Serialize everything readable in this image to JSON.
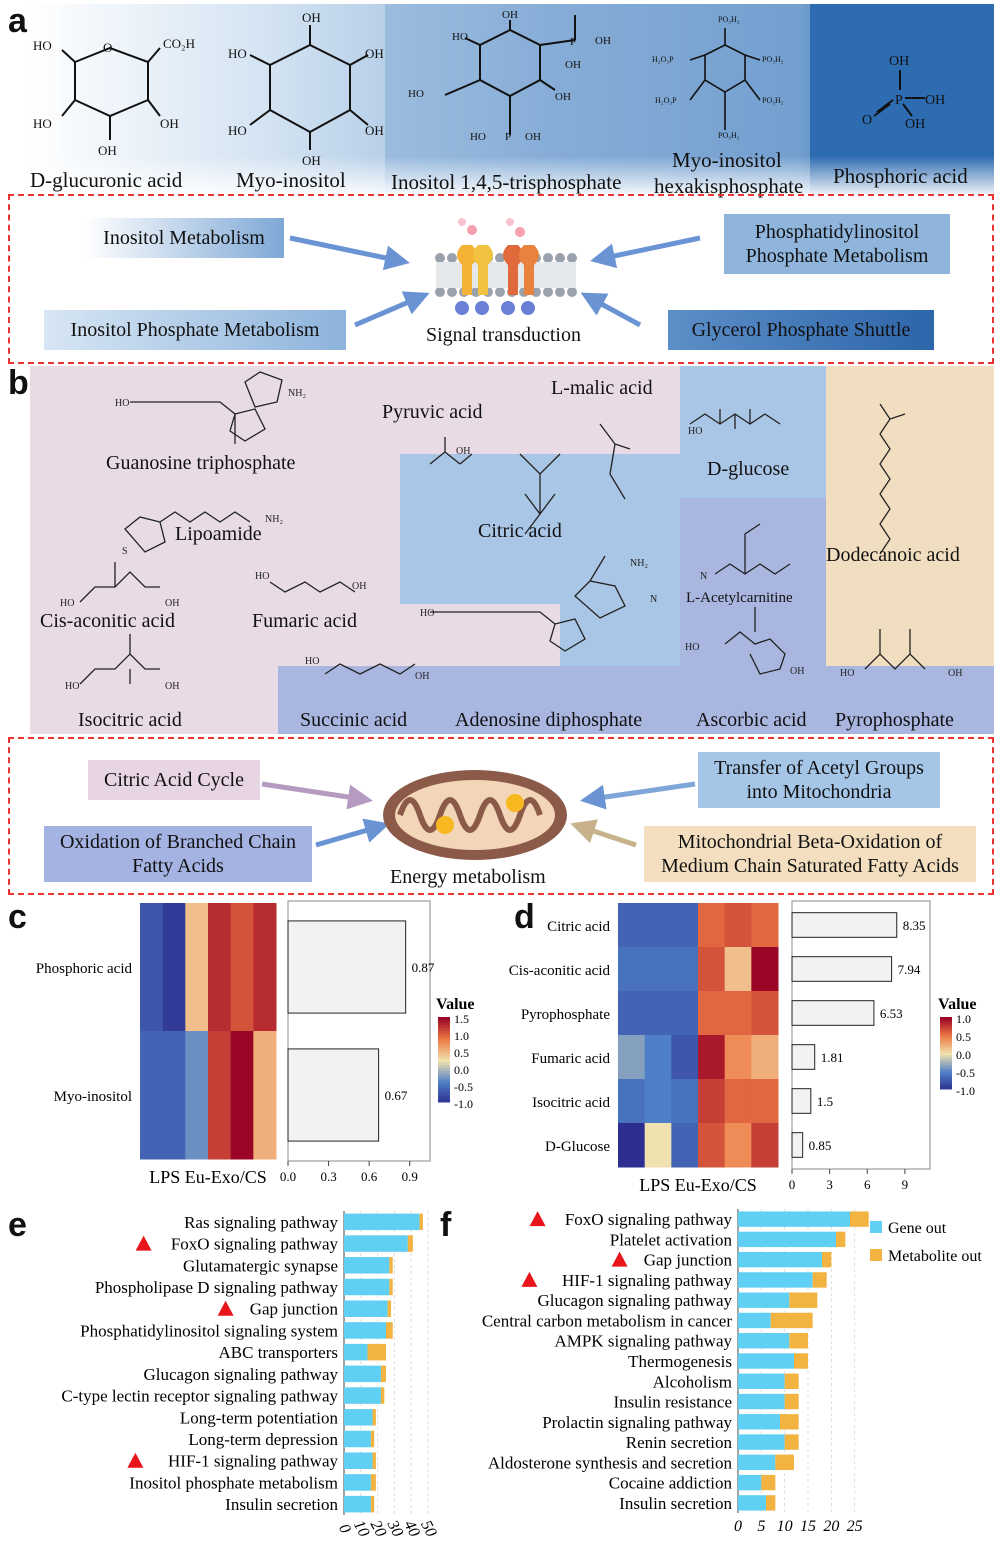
{
  "panels": {
    "a": "a",
    "b": "b",
    "c": "c",
    "d": "d",
    "e": "e",
    "f": "f"
  },
  "panel_a": {
    "molecules": [
      "D-glucuronic acid",
      "Myo-inositol",
      "Inositol 1,4,5-trisphosphate",
      "Myo-inositol",
      "hexakisphosphate",
      "Phosphoric acid"
    ],
    "pathways": [
      "Inositol Metabolism",
      "Phosphatidylinositol",
      "Phosphate Metabolism",
      "Inositol Phosphate Metabolism",
      "Glycerol Phosphate Shuttle"
    ],
    "center": "Signal transduction",
    "struct": {
      "oh": "OH",
      "ho": "HO",
      "co2h": "CO₂H",
      "po3h2": "PO₃H₂",
      "h2o3p": "H₂O₃P",
      "p": "P",
      "o": "O"
    }
  },
  "panel_b": {
    "molecules": [
      "Guanosine triphosphate",
      "Pyruvic acid",
      "L-malic acid",
      "D-glucose",
      "Lipoamide",
      "Citric acid",
      "Dodecanoic acid",
      "Cis-aconitic acid",
      "Fumaric acid",
      "L-Acetylcarnitine",
      "Isocitric acid",
      "Succinic acid",
      "Adenosine diphosphate",
      "Ascorbic acid",
      "Pyrophosphate"
    ],
    "pathways": [
      "Citric Acid Cycle",
      "Transfer of Acetyl Groups",
      "into Mitochondria",
      "Oxidation of Branched Chain",
      "Fatty Acids",
      "Mitochondrial Beta-Oxidation of",
      "Medium Chain Saturated Fatty Acids"
    ],
    "center": "Energy metabolism",
    "struct": {
      "nh2": "NH₂",
      "n": "N",
      "oh": "OH",
      "ho": "HO",
      "s": "S"
    }
  },
  "colors": {
    "gene": "#5fd0f3",
    "metabolite": "#f3b341",
    "dashed": "#e33333"
  },
  "chart_data": [
    {
      "type": "heatmap",
      "panel": "c",
      "rows": [
        "Phosphoric acid",
        "Myo-inositol"
      ],
      "xlabel": "LPS Eu-Exo/CS",
      "values": [
        [
          -0.9,
          -1.1,
          0.2,
          1.0,
          0.8,
          1.0
        ],
        [
          -0.8,
          -0.8,
          -0.5,
          0.9,
          1.5,
          0.3
        ]
      ],
      "legend": {
        "title": "Value",
        "ticks": [
          "1.5",
          "1.0",
          "0.5",
          "0.0",
          "-0.5",
          "-1.0"
        ]
      },
      "bars": {
        "type": "bar",
        "values": [
          0.87,
          0.67
        ],
        "labels": [
          "0.87",
          "0.67"
        ],
        "ticks": [
          "0.0",
          "0.3",
          "0.6",
          "0.9"
        ],
        "xlim": [
          0,
          1.05
        ]
      }
    },
    {
      "type": "heatmap",
      "panel": "d",
      "rows": [
        "Citric acid",
        "Cis-aconitic acid",
        "Pyrophosphate",
        "Fumaric acid",
        "Isocitric acid",
        "D-Glucose"
      ],
      "xlabel": "LPS Eu-Exo/CS",
      "values": [
        [
          -0.8,
          -0.8,
          -0.8,
          0.7,
          0.8,
          0.7
        ],
        [
          -0.7,
          -0.7,
          -0.7,
          0.8,
          0.2,
          1.2
        ],
        [
          -0.8,
          -0.8,
          -0.8,
          0.7,
          0.7,
          0.8
        ],
        [
          -0.4,
          -0.6,
          -0.9,
          1.1,
          0.5,
          0.3
        ],
        [
          -0.7,
          -0.6,
          -0.7,
          0.9,
          0.7,
          0.7
        ],
        [
          -1.2,
          0.0,
          -0.8,
          0.8,
          0.5,
          0.9
        ]
      ],
      "legend": {
        "title": "Value",
        "ticks": [
          "1.0",
          "0.5",
          "0.0",
          "-0.5",
          "-1.0"
        ]
      },
      "bars": {
        "type": "bar",
        "values": [
          8.35,
          7.94,
          6.53,
          1.81,
          1.5,
          0.85
        ],
        "labels": [
          "8.35",
          "7.94",
          "6.53",
          "1.81",
          "1.5",
          "0.85"
        ],
        "ticks": [
          "0",
          "3",
          "6",
          "9"
        ],
        "xlim": [
          0,
          11
        ]
      }
    },
    {
      "type": "bar",
      "panel": "e",
      "categories": [
        "Ras signaling pathway",
        "FoxO signaling pathway",
        "Glutamatergic synapse",
        "Phospholipase D signaling pathway",
        "Gap junction",
        "Phosphatidylinositol signaling system",
        "ABC transporters",
        "Glucagon signaling pathway",
        "C-type lectin receptor signaling pathway",
        "Long-term potentiation",
        "Long-term depression",
        "HIF-1 signaling pathway",
        "Inositol phosphate metabolism",
        "Insulin secretion"
      ],
      "marked": [
        false,
        true,
        false,
        false,
        true,
        false,
        false,
        false,
        false,
        false,
        false,
        true,
        false,
        false
      ],
      "series": [
        {
          "name": "Gene out",
          "values": [
            45,
            38,
            27,
            27,
            26,
            25,
            14,
            22,
            22,
            17,
            16,
            17,
            16,
            16
          ]
        },
        {
          "name": "Metabolite out",
          "values": [
            2,
            3,
            2,
            2,
            2,
            4,
            11,
            3,
            2,
            2,
            2,
            2,
            3,
            2
          ]
        }
      ],
      "ticks": [
        "0",
        "10",
        "20",
        "30",
        "40",
        "50"
      ],
      "xlim": [
        0,
        50
      ]
    },
    {
      "type": "bar",
      "panel": "f",
      "categories": [
        "FoxO signaling pathway",
        "Platelet activation",
        "Gap junction",
        "HIF-1 signaling pathway",
        "Glucagon signaling pathway",
        "Central carbon metabolism in cancer",
        "AMPK signaling pathway",
        "Thermogenesis",
        "Alcoholism",
        "Insulin resistance",
        "Prolactin signaling pathway",
        "Renin secretion",
        "Aldosterone synthesis and secretion",
        "Cocaine addiction",
        "Insulin secretion"
      ],
      "marked": [
        true,
        false,
        true,
        true,
        false,
        false,
        false,
        false,
        false,
        false,
        false,
        false,
        false,
        false,
        false
      ],
      "series": [
        {
          "name": "Gene out",
          "values": [
            24,
            21,
            18,
            16,
            11,
            7,
            11,
            12,
            10,
            10,
            9,
            10,
            8,
            5,
            6
          ]
        },
        {
          "name": "Metabolite out",
          "values": [
            4,
            2,
            2,
            3,
            6,
            9,
            4,
            3,
            3,
            3,
            4,
            3,
            4,
            3,
            2
          ]
        }
      ],
      "ticks": [
        "0",
        "5",
        "10",
        "15",
        "20",
        "25"
      ],
      "xlim": [
        0,
        30
      ]
    }
  ]
}
